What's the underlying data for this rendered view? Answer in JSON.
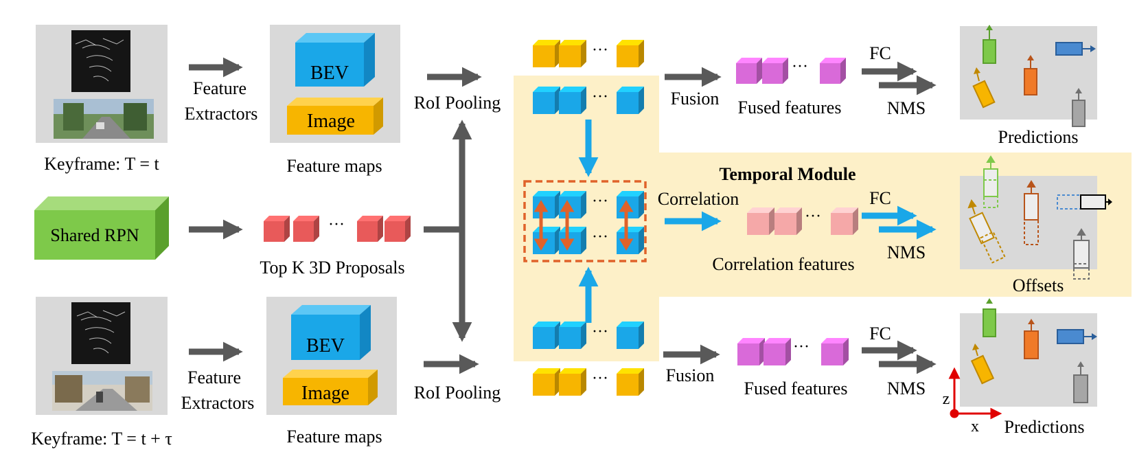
{
  "labels": {
    "keyframe_t": "Keyframe: T = t",
    "keyframe_t_tau": "Keyframe: T =  t + τ",
    "feature_extractors_top_1": "Feature",
    "feature_extractors_top_2": "Extractors",
    "feature_extractors_bot_1": "Feature",
    "feature_extractors_bot_2": "Extractors",
    "bev": "BEV",
    "image": "Image",
    "feature_maps": "Feature maps",
    "shared_rpn": "Shared RPN",
    "top_k": "Top K 3D Proposals",
    "roi_pooling": "RoI Pooling",
    "fusion": "Fusion",
    "fused_features": "Fused features",
    "fc": "FC",
    "nms": "NMS",
    "predictions": "Predictions",
    "temporal_module": "Temporal Module",
    "correlation": "Correlation",
    "correlation_features": "Correlation features",
    "offsets": "Offsets",
    "ellipsis": "···",
    "axis_z": "z",
    "axis_x": "x"
  },
  "colors": {
    "blue": "#1aa7e8",
    "yellow": "#f7b500",
    "green": "#7ec94a",
    "red_proposal": "#e85a5a",
    "magenta": "#d96ad9",
    "pink": "#f5a8a8",
    "orange_dash": "#e0622a",
    "arrow_gray": "#595959",
    "arrow_blue": "#1aa7e8",
    "panel_gray": "#d9d9d9",
    "temporal_bg": "#fdf0c8",
    "axis_red": "#e00000"
  }
}
